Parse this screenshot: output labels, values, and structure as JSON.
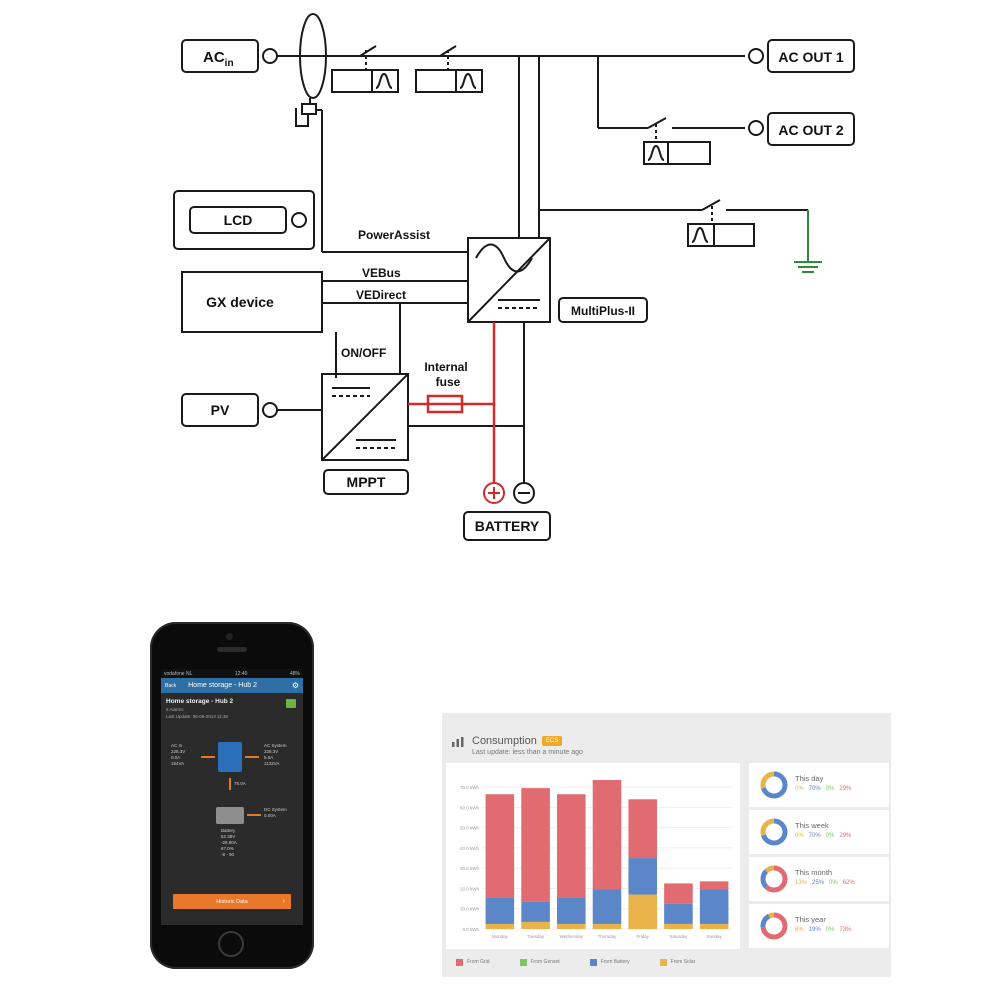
{
  "diagram": {
    "ac_in_main": "AC",
    "ac_in_sub": "in",
    "ac_out_1": "AC OUT 1",
    "ac_out_2": "AC OUT 2",
    "lcd": "LCD",
    "power_assist": "PowerAssist",
    "vebus": "VEBus",
    "vedirect": "VEDirect",
    "gx_device": "GX device",
    "on_off": "ON/OFF",
    "internal_fuse_line1": "Internal",
    "internal_fuse_line2": "fuse",
    "multiplus": "MultiPlus-II",
    "pv": "PV",
    "mppt": "MPPT",
    "battery": "BATTERY"
  },
  "phone": {
    "status_carrier": "vodafone NL",
    "status_time": "12:40",
    "status_battery": "48%",
    "back_label": "Back",
    "nav_title": "Home storage - Hub 2",
    "page_title": "Home storage - Hub 2",
    "subtitle": "6 Alarms",
    "last_update": "Last Update: 06-06-2013 11:36",
    "ac_in_text": "AC In\n228.3V\n0.0A\n154VA",
    "ac_sys_text": "AC System\n228.3V\n5.0A\n1132VA",
    "dc_current": "78.0A",
    "dc_sys_text": "DC System\n0.00A",
    "battery_text": "Battery\n52.38V\n-28.80A\n67.0%\n-8 - 90",
    "historic_button": "Historic Data"
  },
  "dashboard": {
    "title": "Consumption",
    "badge": "ECS",
    "subtitle": "Last update: less than a minute ago",
    "colors": {
      "grid": "#e06b70",
      "genset": "#7dc664",
      "battery": "#5b86c8",
      "solar": "#e9b24a"
    },
    "legend": [
      "From Grid",
      "From Genset",
      "From Battery",
      "From Solar"
    ],
    "cards": [
      {
        "label": "This day",
        "values": [
          "0%",
          "70%",
          "0%",
          "29%"
        ],
        "ring": [
          0,
          70,
          0,
          30
        ]
      },
      {
        "label": "This week",
        "values": [
          "0%",
          "70%",
          "0%",
          "29%"
        ],
        "ring": [
          0,
          70,
          0,
          30
        ]
      },
      {
        "label": "This month",
        "values": [
          "13%",
          "25%",
          "0%",
          "62%"
        ],
        "ring": [
          62,
          25,
          0,
          13
        ]
      },
      {
        "label": "This year",
        "values": [
          "8%",
          "19%",
          "0%",
          "73%"
        ],
        "ring": [
          73,
          19,
          0,
          8
        ]
      }
    ]
  },
  "chart_data": {
    "type": "bar",
    "stacked": true,
    "categories": [
      "Monday",
      "Tuesday",
      "Wednesday",
      "Thursday",
      "Friday",
      "Saturday",
      "Sunday"
    ],
    "series": [
      {
        "name": "From Solar",
        "values": [
          2.5,
          3.5,
          2.5,
          2.5,
          17,
          2.5,
          2.5
        ]
      },
      {
        "name": "From Battery",
        "values": [
          13,
          10,
          13,
          17,
          18,
          10,
          17
        ]
      },
      {
        "name": "From Grid",
        "values": [
          51,
          56,
          51,
          54,
          29,
          10,
          4
        ]
      },
      {
        "name": "From Genset",
        "values": [
          0,
          0,
          0,
          0,
          0,
          0,
          0
        ]
      }
    ],
    "ylim": [
      0,
      75
    ],
    "yticks": [
      0,
      10,
      20,
      30,
      40,
      50,
      60,
      70
    ],
    "ytick_labels": [
      "0.0 kWh",
      "10.0 kWh",
      "20.0 kWh",
      "30.0 kWh",
      "40.0 kWh",
      "50.0 kWh",
      "60.0 kWh",
      "70.0 kWh"
    ]
  }
}
